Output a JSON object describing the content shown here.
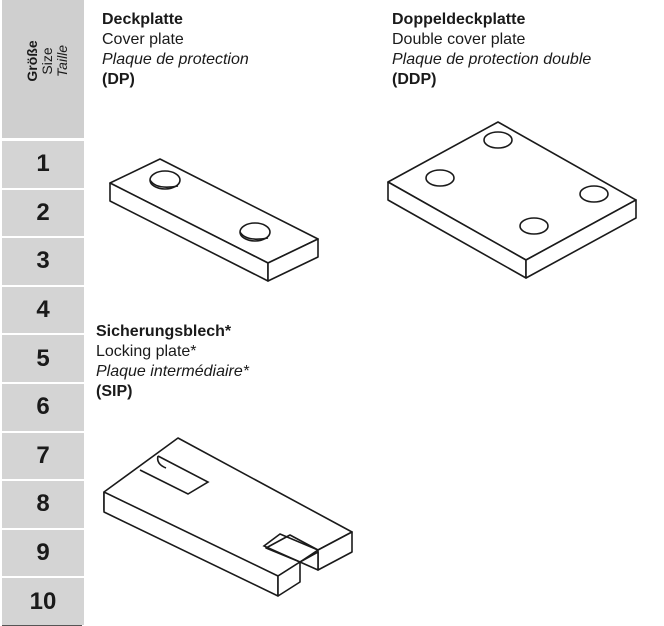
{
  "size_column": {
    "header": {
      "de": "Größe",
      "en": "Size",
      "fr": "Taille"
    },
    "sizes": [
      "1",
      "2",
      "3",
      "4",
      "5",
      "6",
      "7",
      "8",
      "9",
      "10"
    ]
  },
  "sections": {
    "cover_plate": {
      "de": "Deckplatte",
      "en": "Cover plate",
      "fr": "Plaque de protection",
      "code": "(DP)"
    },
    "double_cover_plate": {
      "de": "Doppeldeckplatte",
      "en": "Double cover plate",
      "fr": "Plaque de protection double",
      "code": "(DDP)"
    },
    "locking_plate": {
      "de": "Sicherungsblech*",
      "en": "Locking plate*",
      "fr": "Plaque intermédiaire*",
      "code": "(SIP)"
    }
  }
}
